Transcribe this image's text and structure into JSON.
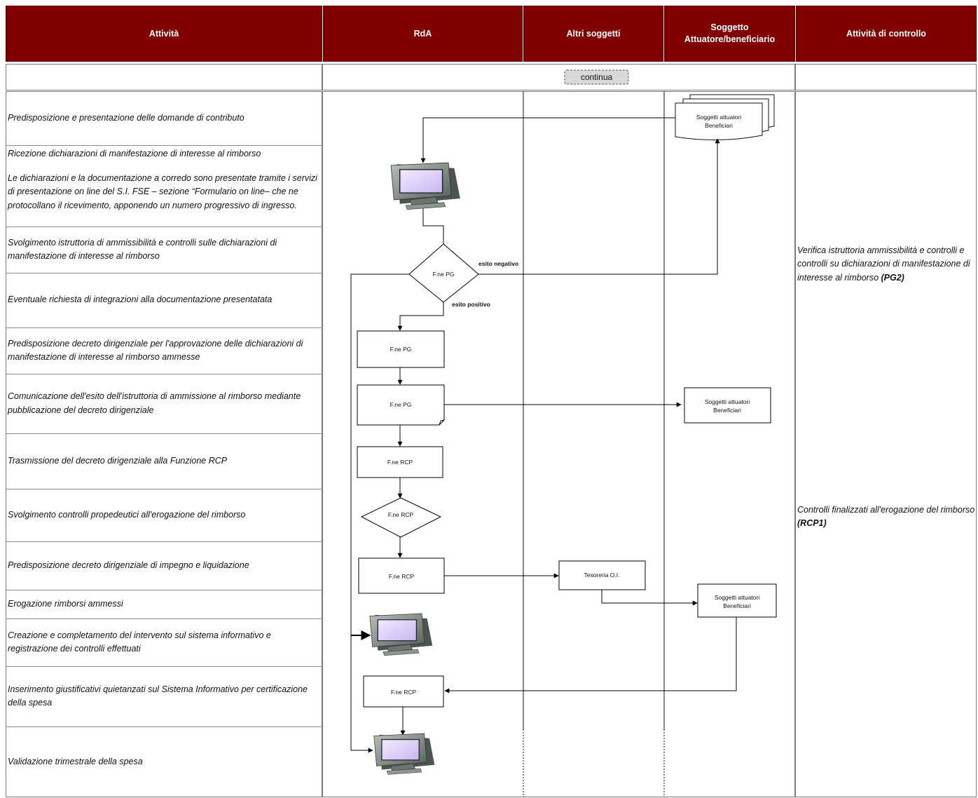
{
  "headers": [
    "Attività",
    "RdA",
    "Altri soggetti",
    "Soggetto\nAttuatore/beneficiario",
    "Attività di controllo"
  ],
  "continua": "continua",
  "activities": [
    "Predisposizione e presentazione delle domande di contributo",
    "Ricezione dichiarazioni di manifestazione di interesse al rimborso",
    "Le dichiarazioni e la documentazione a corredo sono presentate tramite i servizi di presentazione on line del S.I. FSE – sezione “Formulario on line– che ne protocollano il ricevimento, apponendo un numero progressivo di ingresso.",
    "Svolgimento istruttoria di ammissibilità e controlli sulle dichiarazioni di manifestazione di interesse al rimborso",
    "Eventuale richiesta di integrazioni alla documentazione presentatata",
    "Predisposizione decreto dirigenziale per l'approvazione delle dichiarazioni di manifestazione di interesse al rimborso ammesse",
    "Comunicazione dell'esito dell'istruttoria di ammissione al rimborso mediante pubblicazione del decreto dirigenziale",
    "Trasmissione del decreto dirigenziale alla Funzione RCP",
    "Svolgimento controlli propedeutici all'erogazione del rimborso",
    "Predisposizione decreto dirigenziale di impegno e liquidazione",
    "Erogazione rimborsi ammessi",
    "Creazione e completamento del intervento sul sistema informativo e registrazione dei controlli effettuati",
    " Inserimento giustificativi quietanzati sul Sistema Informativo  per certificazione della spesa",
    "Validazione trimestrale della spesa"
  ],
  "controls": {
    "pg2_text": "Verifica istruttoria ammissibilità e controlli e controlli su dichiarazioni di manifestazione di interesse al rimborso ",
    "pg2_code": "(PG2)",
    "rcp1_text": "Controlli finalizzati all'erogazione del rimborso  ",
    "rcp1_code": "(RCP1)"
  },
  "flow": {
    "docs_line1": "Soggetti attuatori",
    "docs_line2": "Beneficiari",
    "fne_pg": "F.ne PG",
    "fne_rcp": "F.ne RCP",
    "esito_negativo": "esito negativo",
    "esito_positivo": "esito positivo",
    "tesoreria": "Tesoreria O.I."
  }
}
